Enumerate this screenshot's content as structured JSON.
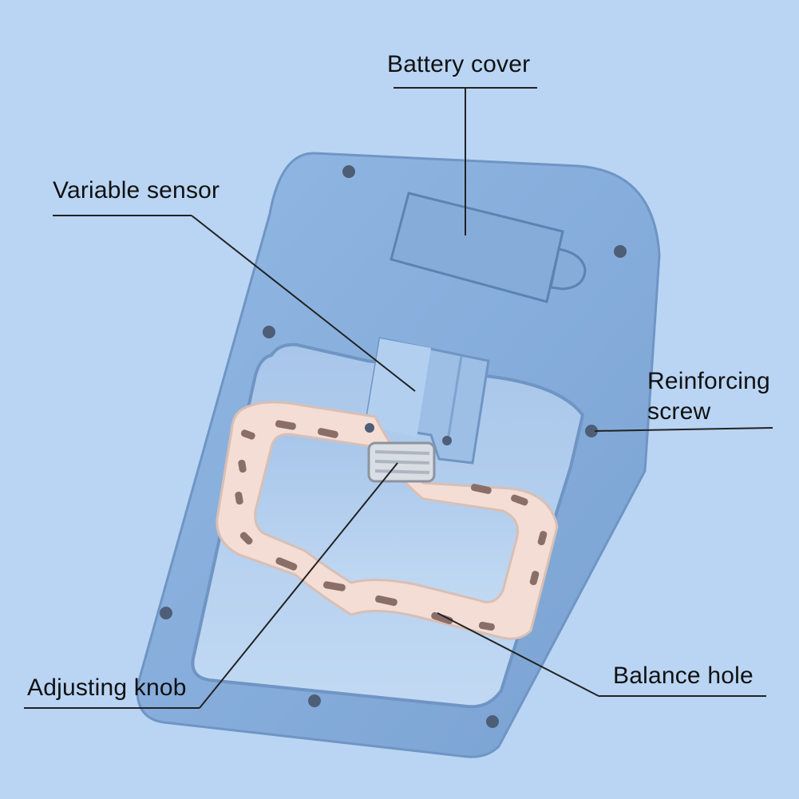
{
  "labels": {
    "battery_cover": "Battery cover",
    "variable_sensor": "Variable sensor",
    "reinforcing_screw_line1": "Reinforcing",
    "reinforcing_screw_line2": "screw",
    "adjusting_knob": "Adjusting knob",
    "balance_hole": "Balance hole"
  },
  "colors": {
    "background": "#b9d5f3",
    "device_body": "#88aedb",
    "device_shadow": "#6f95c4",
    "handle": "#f3ddd4",
    "handle_shadow": "#d8bfb5",
    "slot": "#8a6f68",
    "leader_line": "#222222"
  }
}
